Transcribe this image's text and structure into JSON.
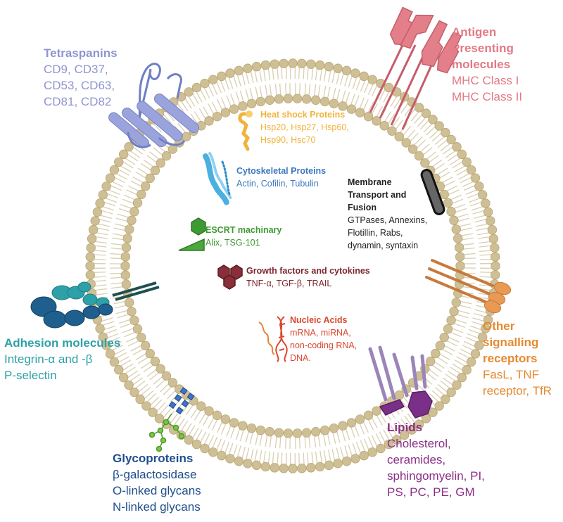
{
  "colors": {
    "membrane": "#cfbf95",
    "membrane_dark": "#b9a676",
    "tetraspanins": "#8f95cf",
    "antigen": "#e27a84",
    "heat_shock": "#f0b43c",
    "cytoskeletal": "#3d78c1",
    "escrt": "#3e9a32",
    "growth": "#7e2630",
    "nucleic": "#d9482e",
    "transport": "#222222",
    "adhesion": "#2ea1a8",
    "glycoproteins": "#1f4e8c",
    "lipids": "#8a2f86",
    "other_receptors": "#e58a32"
  },
  "labels": {
    "tetraspanins": {
      "title": "Tetraspanins",
      "lines": [
        "CD9, CD37,",
        "CD53, CD63,",
        "CD81, CD82"
      ]
    },
    "antigen": {
      "title": "Antigen\nPresenting\nmolecules",
      "lines": [
        "MHC Class I",
        "MHC Class II"
      ]
    },
    "heat_shock": {
      "title": "Heat shock  Proteins",
      "lines": [
        "Hsp20, Hsp27, Hsp60,",
        "Hsp90, Hsc70"
      ]
    },
    "cytoskeletal": {
      "title": "Cytoskeletal Proteins",
      "lines": [
        "Actin, Cofilin, Tubulin"
      ]
    },
    "transport": {
      "title": "Membrane\nTransport and\nFusion",
      "lines": [
        "GTPases, Annexins,",
        "Flotillin, Rabs,",
        "dynamin, syntaxin"
      ]
    },
    "escrt": {
      "title": "ESCRT machinary",
      "lines": [
        "Alix, TSG-101"
      ]
    },
    "growth": {
      "title": "Growth factors and cytokines",
      "lines": [
        "TNF-α, TGF-β, TRAIL"
      ]
    },
    "nucleic": {
      "title": "Nucleic Acids",
      "lines": [
        "mRNA, miRNA,",
        "non-coding RNA,",
        "DNA."
      ]
    },
    "adhesion": {
      "title": "Adhesion molecules",
      "lines": [
        "Integrin-α and -β",
        "P-selectin"
      ]
    },
    "other_receptors": {
      "title": "Other\nsignalling\nreceptors",
      "lines": [
        "FasL, TNF",
        "receptor, TfR"
      ]
    },
    "lipids": {
      "title": "Lipids",
      "lines": [
        "Cholesterol,",
        "ceramides,",
        "sphingomyelin, PI,",
        "PS, PC, PE, GM"
      ]
    },
    "glycoproteins": {
      "title": "Glycoproteins",
      "lines": [
        "β-galactosidase",
        "O-linked glycans",
        "N-linked glycans"
      ]
    }
  }
}
